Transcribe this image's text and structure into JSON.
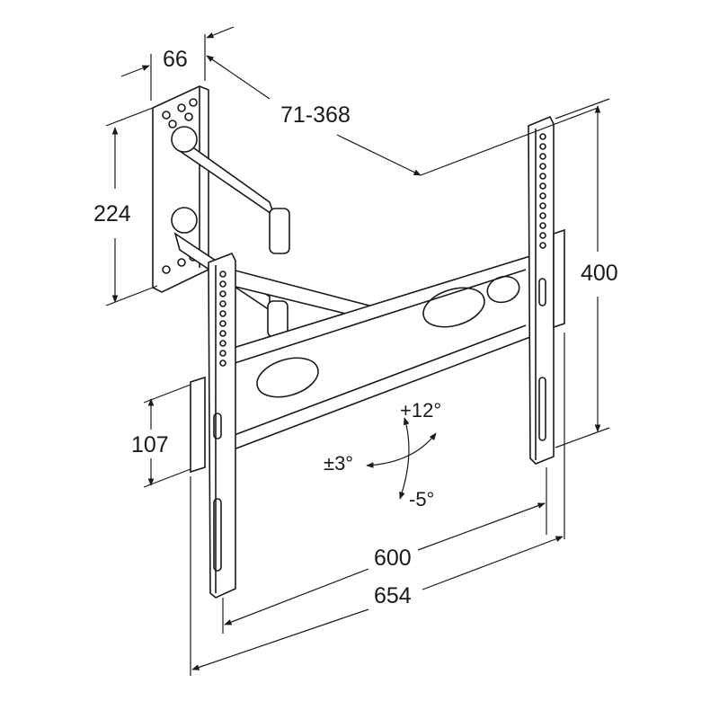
{
  "diagram": {
    "subject": "Full-motion TV wall mount bracket",
    "units": "mm",
    "dimensions": {
      "wall_plate_depth": "66",
      "arm_extension": "71-368",
      "wall_plate_height": "224",
      "vertical_hole_spacing": "400",
      "bracket_height_offset": "107",
      "horizontal_hole_spacing": "600",
      "overall_width": "654"
    },
    "angles": {
      "tilt_up": "+12°",
      "tilt_down": "-5°",
      "swivel": "±3°"
    },
    "colors": {
      "line": "#1a1a1a",
      "background": "#ffffff"
    }
  }
}
